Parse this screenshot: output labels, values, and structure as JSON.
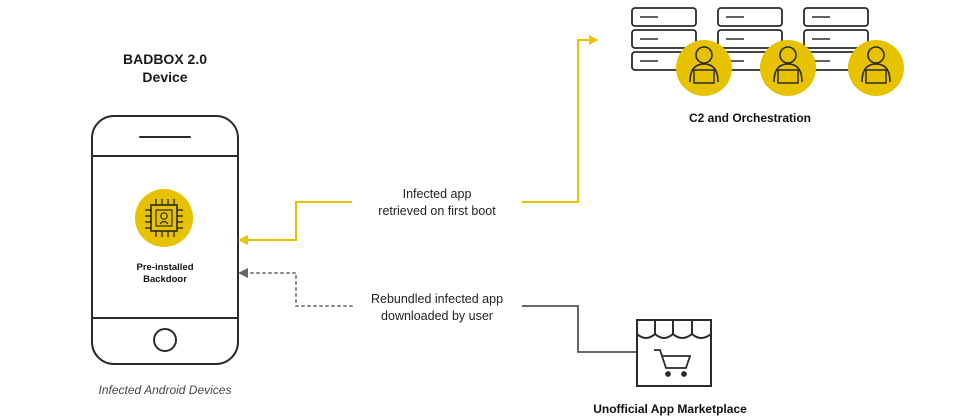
{
  "device": {
    "title_line1": "BADBOX 2.0",
    "title_line2": "Device",
    "chip_label_line1": "Pre-installed",
    "chip_label_line2": "Backdoor",
    "caption": "Infected Android Devices"
  },
  "flows": {
    "c2_line1": "Infected app",
    "c2_line2": "retrieved on first boot",
    "market_line1": "Rebundled infected app",
    "market_line2": "downloaded by user"
  },
  "nodes": {
    "c2_label": "C2 and Orchestration",
    "market_label": "Unofficial App Marketplace"
  },
  "colors": {
    "accent": "#e6c200",
    "outline": "#2b2b2b",
    "grey_line": "#555555",
    "dotted": "#888888"
  },
  "icons": [
    "smartphone-icon",
    "chip-icon",
    "server-icon",
    "hacker-icon",
    "storefront-icon",
    "cart-icon"
  ]
}
